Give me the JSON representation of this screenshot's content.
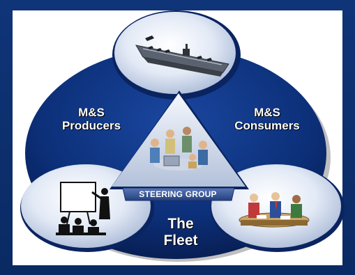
{
  "diagram": {
    "labels": {
      "producers": "M&S\nProducers",
      "consumers": "M&S\nConsumers",
      "fleet": "The\nFleet",
      "steering_group": "STEERING GROUP"
    },
    "colors": {
      "background": "#0d2f6e",
      "panel": "#ffffff",
      "big_circle": "#0c2f78",
      "small_circle_light": "#eef3fb",
      "small_circle_shade": "#a9b9d6",
      "triangle_light": "#e9eef6",
      "triangle_shade": "#9aaac7",
      "band": "#3b5aa0"
    },
    "icons": {
      "top": "aircraft-carrier-icon",
      "center": "team-meeting-icon",
      "left": "presentation-icon",
      "right": "conference-table-icon"
    }
  }
}
